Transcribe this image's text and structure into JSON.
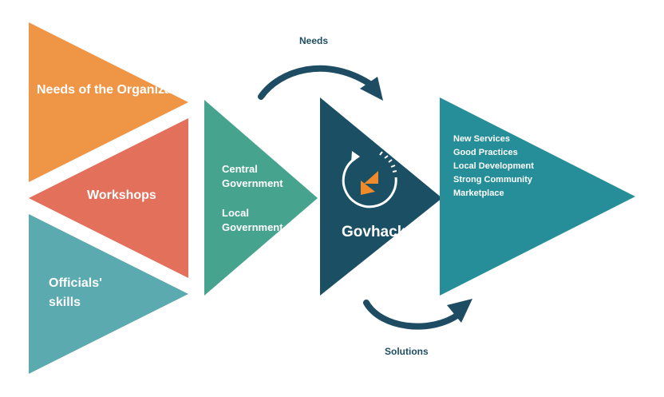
{
  "inputs": {
    "needs_label": "Needs of the Organizations",
    "workshops_label": "Workshops",
    "skills_label": "Officials' skills"
  },
  "government": {
    "central": "Central Government",
    "local": "Local Government"
  },
  "hub": {
    "title": "Govhack",
    "icon": "govhack-logo-icon"
  },
  "flows": {
    "top": "Needs",
    "bottom": "Solutions"
  },
  "outputs": {
    "items": [
      "New Services",
      "Good Practices",
      "Local Development",
      "Strong Community",
      "Marketplace"
    ]
  },
  "colors": {
    "orange": "#ef9646",
    "coral": "#e2705a",
    "teal_light": "#5aaab0",
    "green_teal": "#46a48e",
    "navy": "#1a4f64",
    "teal": "#258e98",
    "accent": "#f08a2a"
  }
}
